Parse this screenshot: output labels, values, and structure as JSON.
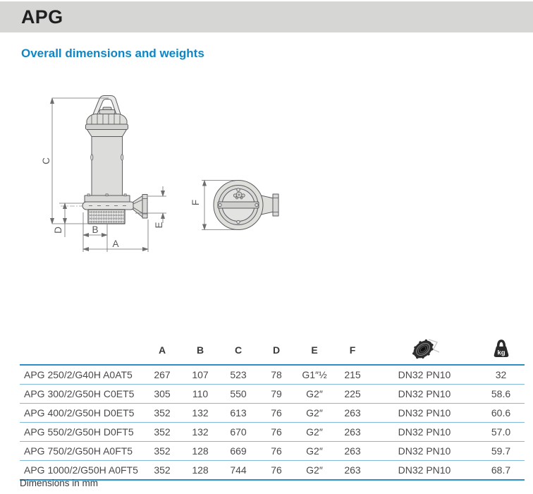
{
  "page": {
    "title": "APG",
    "section_heading": "Overall dimensions and weights",
    "footnote": "Dimensions in mm"
  },
  "colors": {
    "header_band": "#d6d6d4",
    "accent_blue": "#0e86c5",
    "table_line_strong": "#2e8fc6",
    "table_line_light": "#82b9da"
  },
  "diagram": {
    "description": "side view and top view technical drawings of submersible pump",
    "labels": {
      "a": "A",
      "b": "B",
      "c": "C",
      "d": "D",
      "e": "E",
      "f": "F"
    }
  },
  "table": {
    "header": {
      "model": "",
      "dims": [
        "A",
        "B",
        "C",
        "D",
        "E",
        "F"
      ],
      "flange_icon": "discharge-flange",
      "weight_icon": "weight",
      "weight_unit": "kg"
    },
    "rows": [
      {
        "model": "APG 250/2/G40H A0AT5",
        "a": "267",
        "b": "107",
        "c": "523",
        "d": "78",
        "e": "G1″½",
        "f": "215",
        "discharge": "DN32 PN10",
        "weight": "32"
      },
      {
        "model": "APG 300/2/G50H C0ET5",
        "a": "305",
        "b": "110",
        "c": "550",
        "d": "79",
        "e": "G2″",
        "f": "225",
        "discharge": "DN32 PN10",
        "weight": "58.6"
      },
      {
        "model": "APG 400/2/G50H D0ET5",
        "a": "352",
        "b": "132",
        "c": "613",
        "d": "76",
        "e": "G2″",
        "f": "263",
        "discharge": "DN32 PN10",
        "weight": "60.6"
      },
      {
        "model": "APG 550/2/G50H D0FT5",
        "a": "352",
        "b": "132",
        "c": "670",
        "d": "76",
        "e": "G2″",
        "f": "263",
        "discharge": "DN32 PN10",
        "weight": "57.0"
      },
      {
        "model": "APG 750/2/G50H A0FT5",
        "a": "352",
        "b": "128",
        "c": "669",
        "d": "76",
        "e": "G2″",
        "f": "263",
        "discharge": "DN32 PN10",
        "weight": "59.7"
      },
      {
        "model": "APG 1000/2/G50H A0FT5",
        "a": "352",
        "b": "128",
        "c": "744",
        "d": "76",
        "e": "G2″",
        "f": "263",
        "discharge": "DN32 PN10",
        "weight": "68.7"
      }
    ]
  }
}
